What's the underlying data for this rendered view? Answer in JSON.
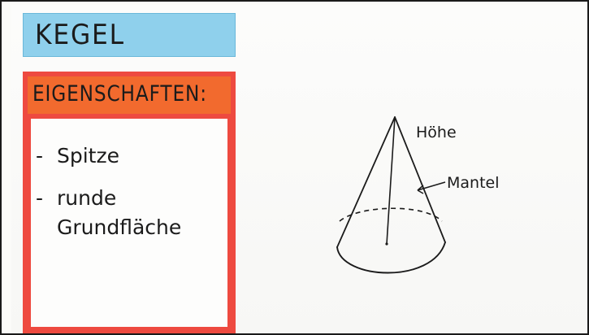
{
  "title_card": {
    "title": "KEGEL",
    "color": "#8fd0ec"
  },
  "properties_card": {
    "header": "EIGENSCHAFTEN:",
    "header_color": "#f26a2e",
    "border_color": "#ee4a40",
    "items": [
      {
        "bullet": "-",
        "text": "Spitze",
        "text_line2": ""
      },
      {
        "bullet": "-",
        "text": "runde",
        "text_line2": "Grundfläche"
      }
    ]
  },
  "cone_diagram": {
    "labels": {
      "height": "Höhe",
      "lateral_surface": "Mantel"
    }
  }
}
